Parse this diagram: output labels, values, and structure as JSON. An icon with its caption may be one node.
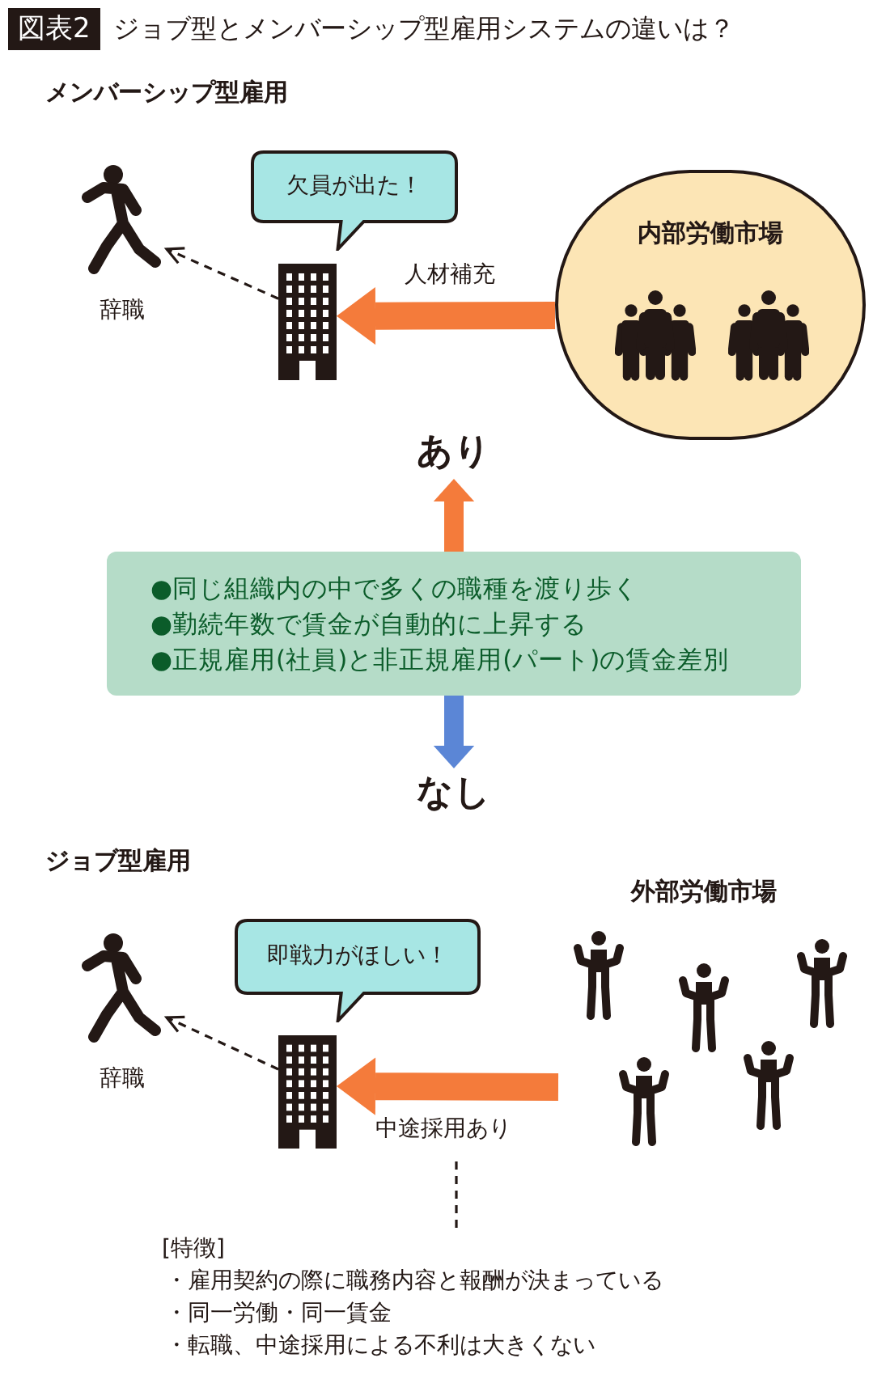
{
  "diagram": {
    "title": "ジョブ型とメンバーシップ型雇用システムの違いは？",
    "nodes": [
      {
        "text": [],
        "shape": "person",
        "beside": [
          "辞職"
        ]
      },
      {
        "text": [],
        "shape": "building"
      },
      {
        "text": [
          "欠員が出た！"
        ]
      },
      {
        "text": [
          "内部労働市場"
        ]
      },
      {
        "text": [
          "あり"
        ]
      },
      {
        "text": [
          "●同じ組織内の中で多くの職種を渡り歩く",
          "●勤続年数で賃金が自動的に上昇する",
          "●正規雇用(社員)と非正規雇用(パート)の賃金差別"
        ]
      },
      {
        "text": [
          "なし"
        ]
      },
      {
        "text": [],
        "shape": "person",
        "beside": [
          "辞職"
        ]
      },
      {
        "text": [],
        "shape": "building"
      },
      {
        "text": [
          "即戦力がほしい！"
        ]
      },
      {
        "text": [
          "外部労働市場"
        ]
      },
      {
        "text": [
          "[特徴]",
          "・雇用契約の際に職務内容と報酬が決まっている",
          "・同一労働・同一賃金",
          "・転職、中途採用による不利は大きくない"
        ]
      }
    ],
    "edges": [
      {
        "from": 1,
        "to": 0,
        "arrow": "to",
        "style": "dashed",
        "color": "#231815"
      },
      {
        "from": 3,
        "to": 1,
        "arrow": "to",
        "label": "人材補充",
        "color": "#f47b3b"
      },
      {
        "from": 5,
        "to": 4,
        "arrow": "to",
        "color": "#f47b3b"
      },
      {
        "from": 5,
        "to": 6,
        "arrow": "to",
        "color": "#5b86d6"
      },
      {
        "from": 8,
        "to": 7,
        "arrow": "to",
        "style": "dashed",
        "color": "#231815"
      },
      {
        "from": 10,
        "to": 8,
        "arrow": "to",
        "label": "中途採用あり",
        "color": "#f47b3b"
      },
      {
        "from": null,
        "to": 11,
        "arrow": "none",
        "style": "dashed",
        "color": "#231815"
      }
    ],
    "labels": [
      "図表2",
      "メンバーシップ型雇用",
      "ジョブ型雇用"
    ]
  }
}
